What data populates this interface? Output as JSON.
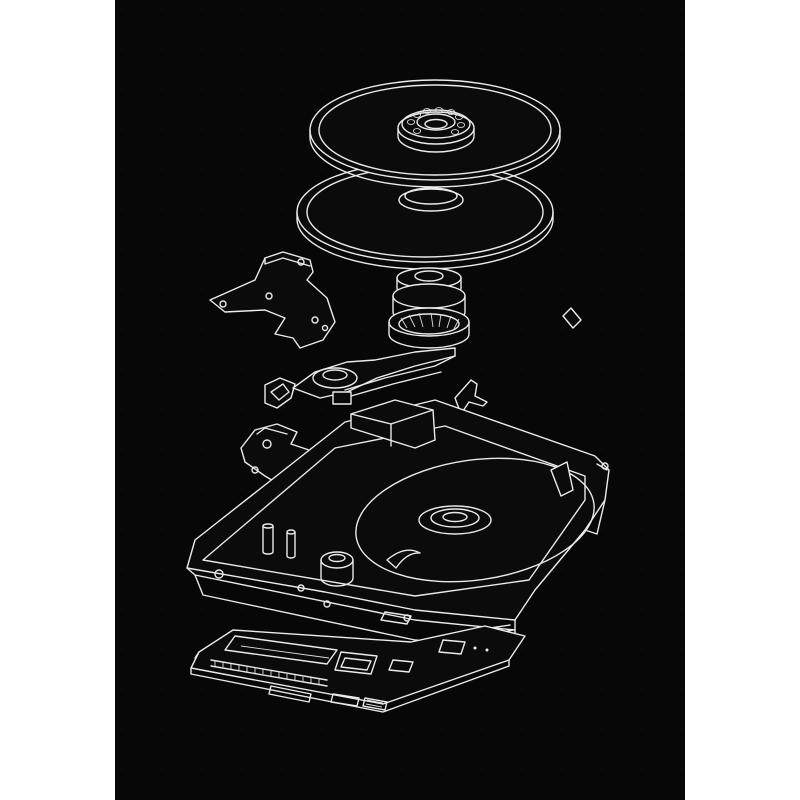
{
  "poster": {
    "background": "#070707",
    "line_color": "#e9e9e9",
    "page_margin_color": "#ffffff"
  },
  "components": [
    "top-platter",
    "lower-platter",
    "spindle-motor",
    "top-clamp-bracket",
    "actuator-arm",
    "read-write-head-latch",
    "small-clip",
    "actuator-magnet-bracket",
    "base-casting",
    "circuit-board"
  ],
  "icons": {
    "disk-icon": "platter",
    "chip-icon": "ic-chip"
  }
}
